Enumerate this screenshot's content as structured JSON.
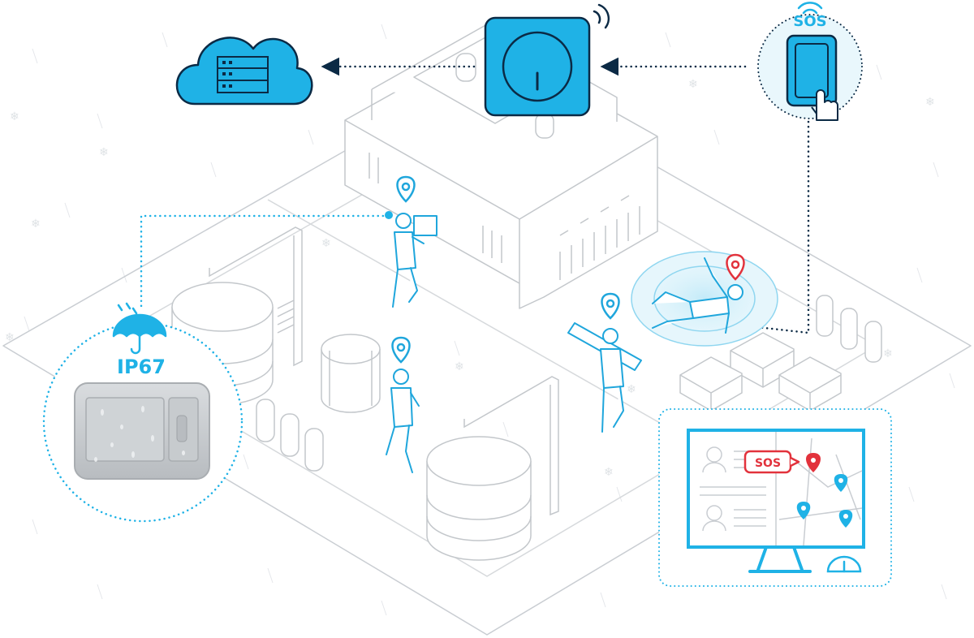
{
  "badges": {
    "ip_rating": "IP67",
    "button_sos": "SOS",
    "monitor_sos": "SOS"
  },
  "colors": {
    "accent": "#1fb2e6",
    "accent_dark": "#0b2a45",
    "alert": "#e2323c",
    "line": "#c9cdd2",
    "figure": "#1fa6dc"
  },
  "icons": [
    "cloud-server-icon",
    "gateway-icon",
    "sos-button-icon",
    "umbrella-rain-icon",
    "location-pin-icon",
    "monitor-dashboard-icon",
    "gauge-icon"
  ]
}
